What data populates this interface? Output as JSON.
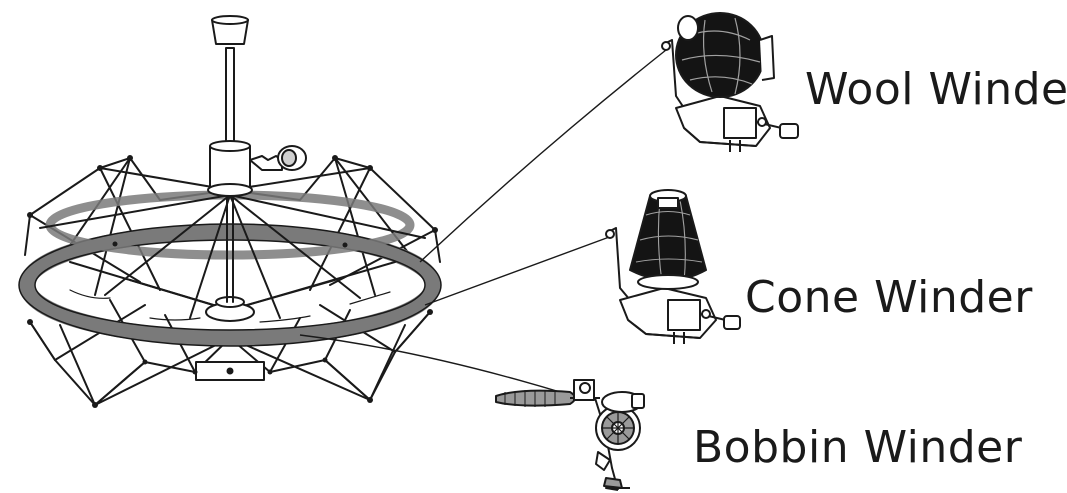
{
  "labels": {
    "wool_winder": "Wool Winder",
    "cone_winder": "Cone Winder",
    "bobbin_winder": "Bobbin Winder"
  },
  "components": {
    "swift": "umbrella-swift-icon",
    "wool": "wool-winder-icon",
    "cone": "cone-winder-icon",
    "bobbin": "bobbin-winder-icon"
  },
  "colors": {
    "ink": "#1a1a1a",
    "yarn_ring": "#7a7a7a",
    "yarn_ball": "#141414",
    "background": "#ffffff"
  }
}
